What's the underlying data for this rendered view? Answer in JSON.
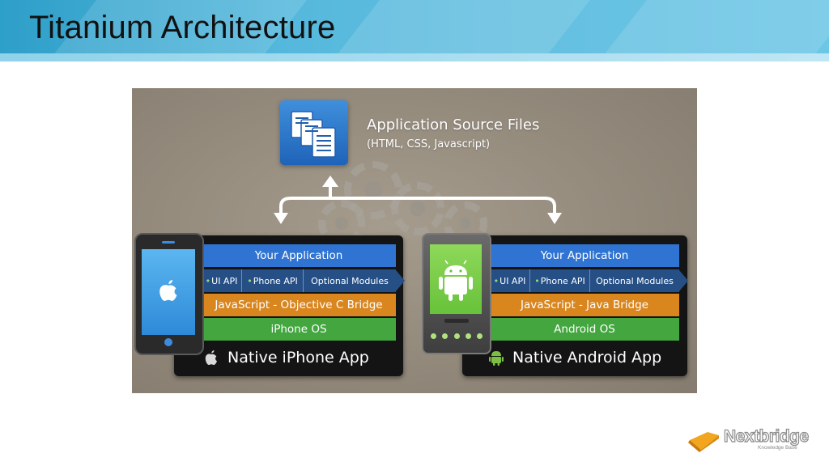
{
  "slide": {
    "title": "Titanium Architecture"
  },
  "source": {
    "title": "Application Source Files",
    "subtitle": "(HTML, CSS, Javascript)",
    "icon": "documents-icon"
  },
  "stacks": [
    {
      "id": "iphone",
      "app_label": "Your Application",
      "apis": [
        "UI API",
        "Phone API",
        "Optional Modules"
      ],
      "bridge_label": "JavaScript - Objective C Bridge",
      "os_label": "iPhone OS",
      "native_label": "Native iPhone App",
      "icon": "apple-icon"
    },
    {
      "id": "android",
      "app_label": "Your Application",
      "apis": [
        "UI API",
        "Phone API",
        "Optional Modules"
      ],
      "bridge_label": "JavaScript - Java Bridge",
      "os_label": "Android OS",
      "native_label": "Native Android App",
      "icon": "android-icon"
    }
  ],
  "logo": {
    "name": "Nextbridge",
    "tagline": "Knowledge Base"
  },
  "colors": {
    "app_layer": "#2f74d2",
    "api_layer": "#264f86",
    "bridge_layer": "#d9861f",
    "os_layer": "#43a63f",
    "header": "#55b8dc"
  }
}
